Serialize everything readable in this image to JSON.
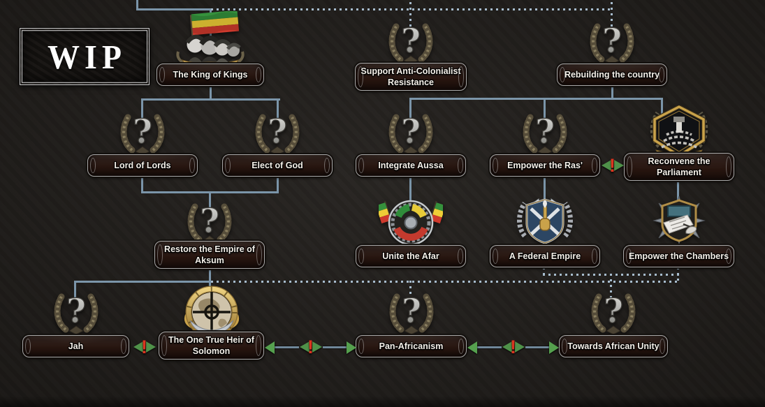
{
  "wip": {
    "label": "WIP"
  },
  "exclusive": {
    "mark": "!"
  },
  "nodes": [
    {
      "id": "king-of-kings",
      "label": "The King of Kings",
      "label2": "",
      "icon": "ethiopian-emperors-flag"
    },
    {
      "id": "support-anti-colonialist",
      "label": "Support Anti-Colonialist",
      "label2": "Resistance",
      "icon": "placeholder-question-wreath"
    },
    {
      "id": "rebuilding-the-country",
      "label": "Rebuilding the country",
      "label2": "",
      "icon": "placeholder-question-wreath"
    },
    {
      "id": "lord-of-lords",
      "label": "Lord of Lords",
      "label2": "",
      "icon": "placeholder-question-wreath"
    },
    {
      "id": "elect-of-god",
      "label": "Elect of God",
      "label2": "",
      "icon": "placeholder-question-wreath"
    },
    {
      "id": "integrate-aussa",
      "label": "Integrate Aussa",
      "label2": "",
      "icon": "placeholder-question-wreath"
    },
    {
      "id": "empower-the-ras",
      "label": "Empower the Ras'",
      "label2": "",
      "icon": "placeholder-question-wreath"
    },
    {
      "id": "reconvene-the-parliament",
      "label": "Reconvene the",
      "label2": "Parliament",
      "icon": "parliament-chamber-shield"
    },
    {
      "id": "restore-the-empire-of-aksum",
      "label": "Restore the Empire of",
      "label2": "Aksum",
      "icon": "placeholder-question-wreath"
    },
    {
      "id": "unite-the-afar",
      "label": "Unite the Afar",
      "label2": "",
      "icon": "afar-medal-flags"
    },
    {
      "id": "a-federal-empire",
      "label": "A Federal Empire",
      "label2": "",
      "icon": "federal-torch-shield"
    },
    {
      "id": "empower-the-chambers",
      "label": "Empower the Chambers",
      "label2": "",
      "icon": "chambers-writing-shield"
    },
    {
      "id": "jah",
      "label": "Jah",
      "label2": "",
      "icon": "placeholder-question-wreath"
    },
    {
      "id": "one-true-heir-of-solomon",
      "label": "The One True Heir of",
      "label2": "Solomon",
      "icon": "solomon-gold-seal"
    },
    {
      "id": "pan-africanism",
      "label": "Pan-Africanism",
      "label2": "",
      "icon": "placeholder-question-wreath"
    },
    {
      "id": "towards-african-unity",
      "label": "Towards African Unity",
      "label2": "",
      "icon": "placeholder-question-wreath"
    }
  ],
  "colors": {
    "background": "#211e1b",
    "line_solid": "#7b95a9",
    "line_dotted": "#a7bccd",
    "plaque_background": "#27150f",
    "plaque_border": "#a9a9a9",
    "exclusive_red": "#da3520",
    "arrow_green": "#55a04e",
    "flag_green": "#35913c",
    "flag_yellow": "#eecd37",
    "flag_red": "#cf3a2d",
    "gold": "#c9a24a"
  }
}
